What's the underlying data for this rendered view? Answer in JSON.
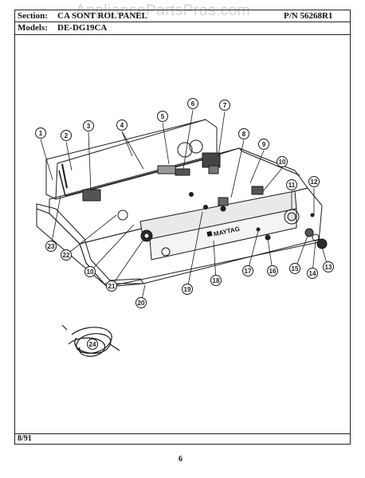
{
  "header": {
    "section_label": "Section:",
    "section_value": "CA SONT ROL PANEL",
    "part_number": "P/N 56268R1",
    "models_label": "Models:",
    "models_value": "DE-DG19CA"
  },
  "watermark": "AppliancePartsPros.com",
  "footer": {
    "date": "8/91",
    "page_number": "6"
  },
  "diagram": {
    "brand_plate": "MAYTAG",
    "callouts": [
      "1",
      "2",
      "3",
      "4",
      "5",
      "6",
      "7",
      "8",
      "9",
      "10",
      "11",
      "12",
      "13",
      "14",
      "15",
      "16",
      "17",
      "18",
      "19",
      "20",
      "21",
      "22",
      "23",
      "10",
      "24"
    ],
    "colors": {
      "ink": "#1a1a1a",
      "shading": "#555555",
      "background": "#ffffff"
    }
  }
}
